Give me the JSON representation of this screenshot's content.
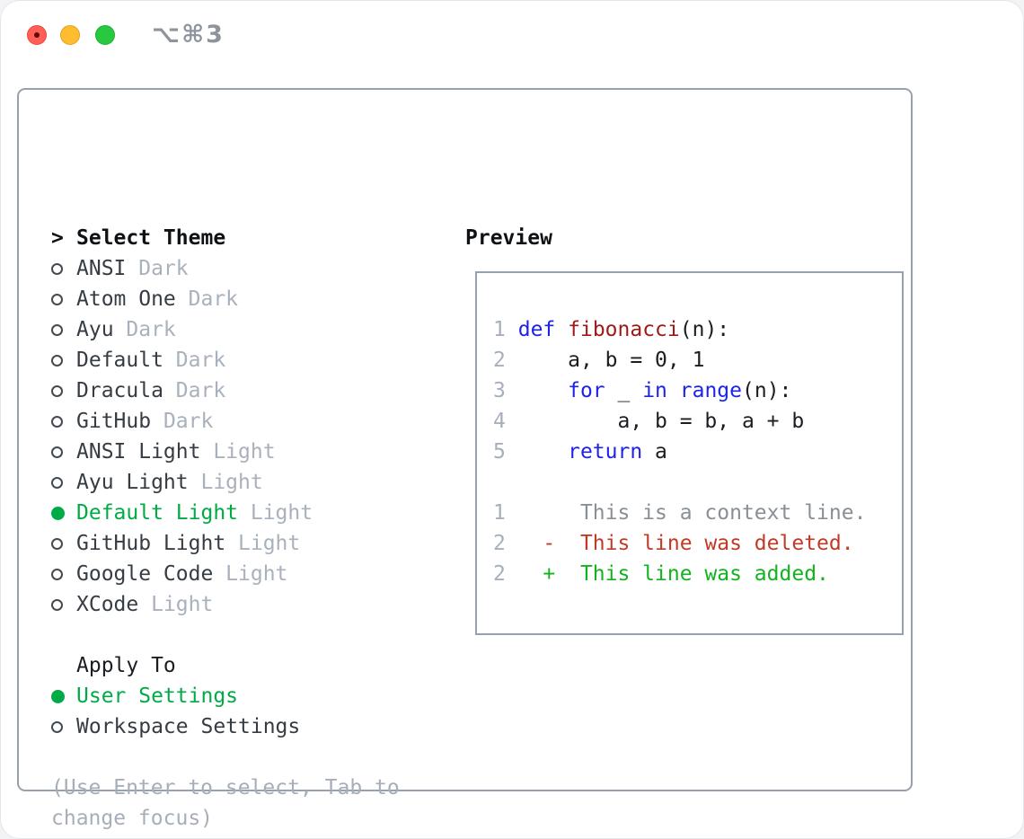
{
  "window": {
    "title": "⌥⌘3"
  },
  "titlebar_icons": [
    "close-traffic-light",
    "minimize-traffic-light",
    "zoom-traffic-light"
  ],
  "colors": {
    "accent_green": "#00ab45",
    "keyword_blue": "#1e23e6",
    "function_red": "#9e1a18",
    "deleted_red": "#c23a27",
    "added_green": "#12b31e",
    "context_gray": "#898f96",
    "muted_gray": "#a9b1bd",
    "border_gray": "#99a1ad"
  },
  "theme_list": {
    "header_prefix": ">",
    "header": "Select Theme",
    "items": [
      {
        "name": "ANSI",
        "variant": "Dark",
        "selected": false
      },
      {
        "name": "Atom One",
        "variant": "Dark",
        "selected": false
      },
      {
        "name": "Ayu",
        "variant": "Dark",
        "selected": false
      },
      {
        "name": "Default",
        "variant": "Dark",
        "selected": false
      },
      {
        "name": "Dracula",
        "variant": "Dark",
        "selected": false
      },
      {
        "name": "GitHub",
        "variant": "Dark",
        "selected": false
      },
      {
        "name": "ANSI Light",
        "variant": "Light",
        "selected": false
      },
      {
        "name": "Ayu Light",
        "variant": "Light",
        "selected": false
      },
      {
        "name": "Default Light",
        "variant": "Light",
        "selected": true
      },
      {
        "name": "GitHub Light",
        "variant": "Light",
        "selected": false
      },
      {
        "name": "Google Code",
        "variant": "Light",
        "selected": false
      },
      {
        "name": "XCode",
        "variant": "Light",
        "selected": false
      }
    ]
  },
  "apply_to": {
    "header": "Apply To",
    "options": [
      {
        "label": "User Settings",
        "selected": true
      },
      {
        "label": "Workspace Settings",
        "selected": false
      }
    ]
  },
  "hint": {
    "line1": "(Use Enter to select, Tab to",
    "line2": "change focus)"
  },
  "preview": {
    "header": "Preview",
    "lines": [
      {
        "num": "1",
        "tokens": [
          {
            "text": " ",
            "style": "plain"
          },
          {
            "text": "def",
            "style": "kw"
          },
          {
            "text": " ",
            "style": "plain"
          },
          {
            "text": "fibonacci",
            "style": "fn"
          },
          {
            "text": "(n):",
            "style": "plain"
          }
        ]
      },
      {
        "num": "2",
        "tokens": [
          {
            "text": "     a, b = 0, 1",
            "style": "plain"
          }
        ]
      },
      {
        "num": "3",
        "tokens": [
          {
            "text": "     ",
            "style": "plain"
          },
          {
            "text": "for",
            "style": "kw"
          },
          {
            "text": " _ ",
            "style": "plain"
          },
          {
            "text": "in",
            "style": "kw"
          },
          {
            "text": " ",
            "style": "plain"
          },
          {
            "text": "range",
            "style": "kw"
          },
          {
            "text": "(n):",
            "style": "plain"
          }
        ]
      },
      {
        "num": "4",
        "tokens": [
          {
            "text": "         a, b = b, a + b",
            "style": "plain"
          }
        ]
      },
      {
        "num": "5",
        "tokens": [
          {
            "text": "     ",
            "style": "plain"
          },
          {
            "text": "return",
            "style": "kw"
          },
          {
            "text": " a",
            "style": "plain"
          }
        ]
      },
      {
        "num": "",
        "tokens": []
      },
      {
        "num": "1",
        "tokens": [
          {
            "text": "      This is a context line.",
            "style": "ctx"
          }
        ]
      },
      {
        "num": "2",
        "tokens": [
          {
            "text": "   -  This line was deleted.",
            "style": "del"
          }
        ]
      },
      {
        "num": "2",
        "tokens": [
          {
            "text": "   +  This line was added.",
            "style": "add"
          }
        ]
      }
    ]
  }
}
